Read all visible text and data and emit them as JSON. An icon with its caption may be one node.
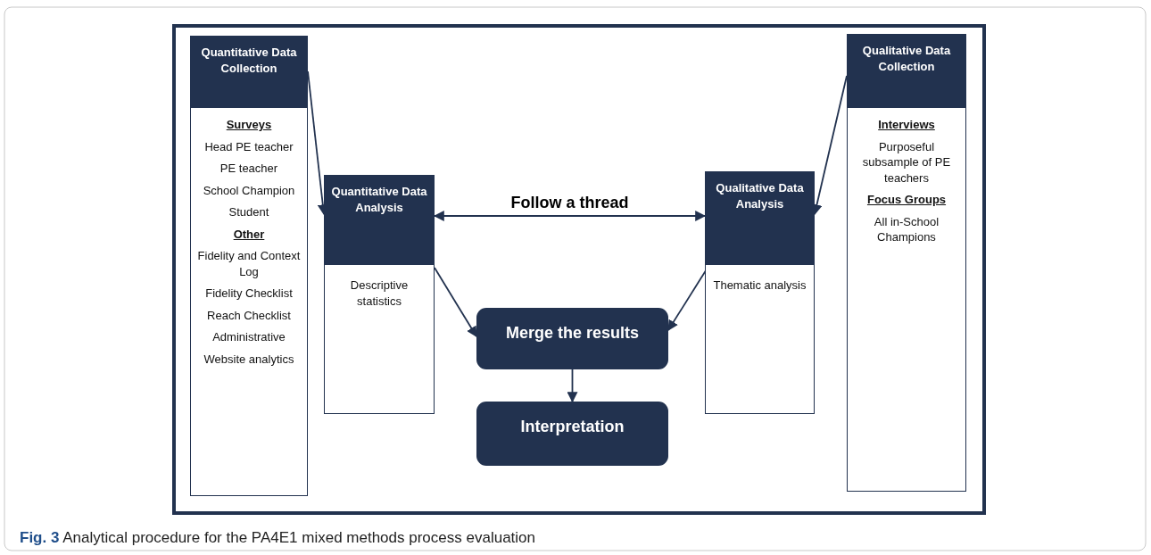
{
  "diagram": {
    "caption": "**Fig. 3** Analytical procedure for the PA4E1 mixed methods process evaluation",
    "nodes": [
      {
        "text": [
          "Quantitative Data Collection",
          "**Surveys**",
          "Head PE teacher",
          "PE teacher",
          "School Champion",
          "Student",
          "**Other**",
          "Fidelity and Context Log",
          "Fidelity Checklist",
          "Reach Checklist",
          "Administrative",
          "Website analytics"
        ]
      },
      {
        "text": [
          "Quantitative Data Analysis",
          "Descriptive statistics"
        ]
      },
      {
        "text": [
          "Qualitative Data Analysis",
          "Thematic analysis"
        ]
      },
      {
        "text": [
          "Qualitative Data Collection",
          "**Interviews**",
          "Purposeful subsample of PE teachers",
          "**Focus Groups**",
          "All in-School Champions"
        ]
      },
      {
        "text": [
          "Merge the results"
        ]
      },
      {
        "text": [
          "Interpretation"
        ]
      }
    ],
    "edges": [
      {
        "from": 0,
        "to": 1,
        "arrow": "to"
      },
      {
        "from": 3,
        "to": 2,
        "arrow": "to"
      },
      {
        "from": 1,
        "to": 2,
        "arrow": "both",
        "label": "Follow a thread"
      },
      {
        "from": 1,
        "to": 4,
        "arrow": "to"
      },
      {
        "from": 2,
        "to": 4,
        "arrow": "to"
      },
      {
        "from": 4,
        "to": 5,
        "arrow": "to"
      }
    ]
  }
}
